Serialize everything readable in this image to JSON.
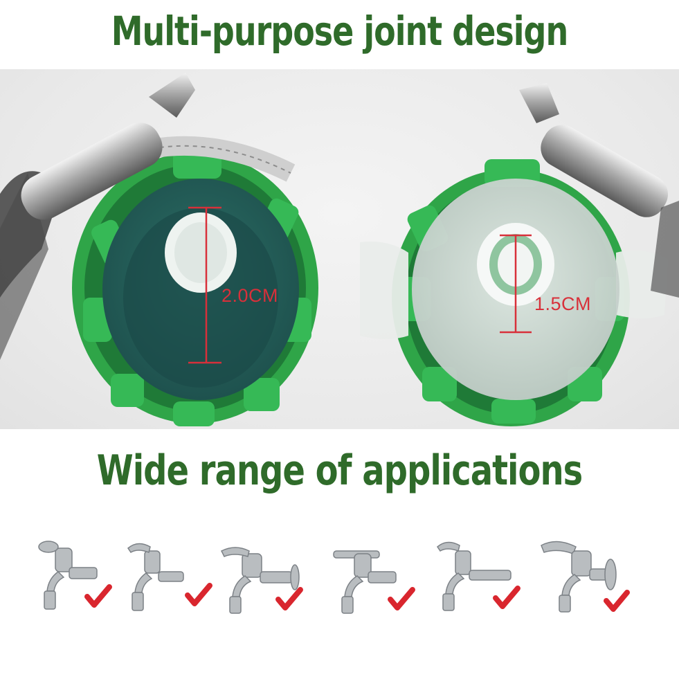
{
  "headings": {
    "top": "Multi-purpose joint design",
    "middle": "Wide range of applications"
  },
  "connectors": [
    {
      "measurement": "2.0CM"
    },
    {
      "measurement": "1.5CM"
    }
  ],
  "faucets": [
    {
      "icon": "faucet-icon",
      "status": "check-mark-icon"
    },
    {
      "icon": "faucet-icon",
      "status": "check-mark-icon"
    },
    {
      "icon": "faucet-icon",
      "status": "check-mark-icon"
    },
    {
      "icon": "faucet-icon",
      "status": "check-mark-icon"
    },
    {
      "icon": "faucet-icon",
      "status": "check-mark-icon"
    },
    {
      "icon": "faucet-icon",
      "status": "check-mark-icon"
    }
  ],
  "colors": {
    "heading": "#2f6b2a",
    "connector_green": "#2ea84a",
    "measure_red": "#d8303a",
    "check_red": "#d9262e"
  }
}
